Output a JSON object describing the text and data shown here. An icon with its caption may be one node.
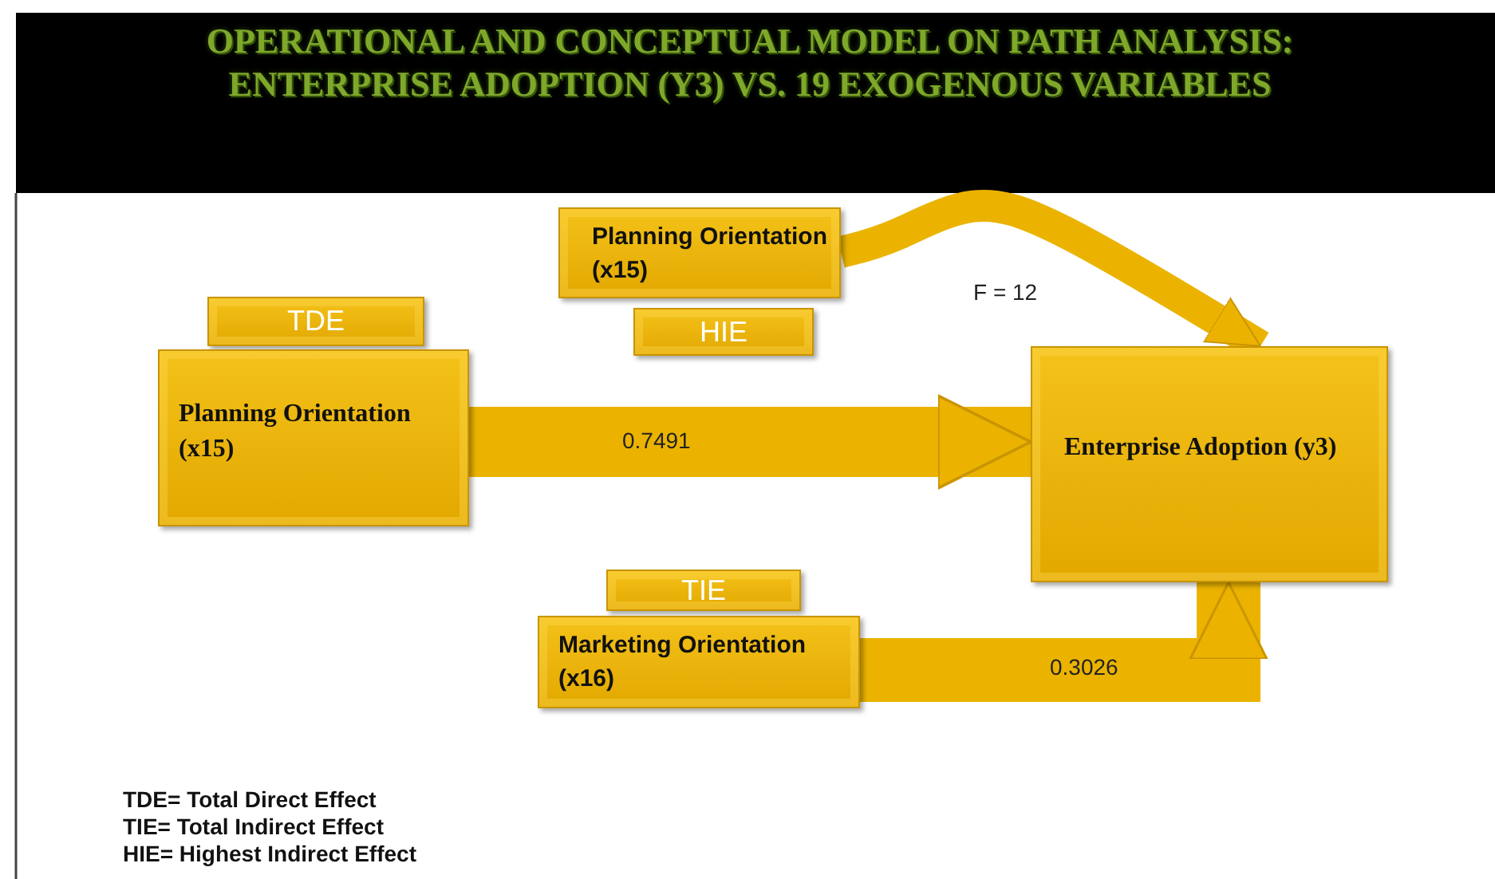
{
  "diagram": {
    "title": "OPERATIONAL AND CONCEPTUAL MODEL ON PATH ANALYSIS: ENTERPRISE ADOPTION (Y3) VS. 19 EXOGENOUS VARIABLES",
    "nodes": [
      {
        "text": [
          "Planning Orientation (x15)"
        ]
      },
      {
        "text": [
          "HIE"
        ]
      },
      {
        "text": [
          "TDE"
        ]
      },
      {
        "text": [
          "Planning Orientation (x15)"
        ]
      },
      {
        "text": [
          "Enterprise Adoption (y3)"
        ]
      },
      {
        "text": [
          "TIE"
        ]
      },
      {
        "text": [
          "Marketing Orientation (x16)"
        ]
      }
    ],
    "edges": [
      {
        "from": 0,
        "to": 4,
        "arrow": "to",
        "label": "F = 12"
      },
      {
        "from": 3,
        "to": 4,
        "arrow": "to",
        "label": "0.7491"
      },
      {
        "from": 6,
        "to": 4,
        "arrow": "to",
        "label": "0.3026"
      }
    ],
    "labels": [
      "TDE= Total Direct Effect",
      "TIE= Total Indirect  Effect",
      "HIE= Highest Indirect Effect"
    ]
  }
}
